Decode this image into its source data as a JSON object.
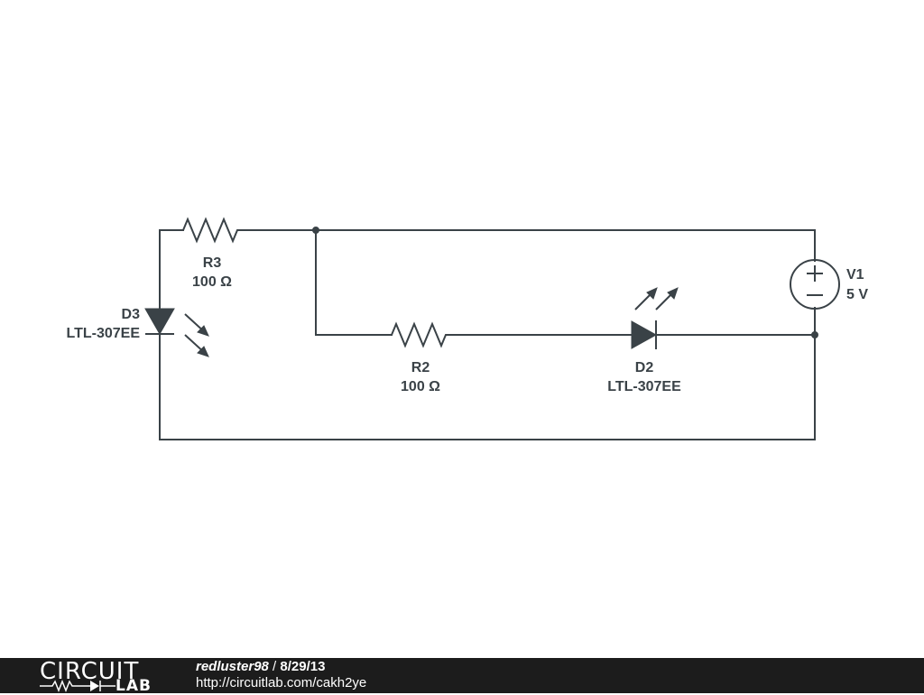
{
  "schematic": {
    "components": {
      "r3": {
        "ref": "R3",
        "value": "100 Ω"
      },
      "r2": {
        "ref": "R2",
        "value": "100 Ω"
      },
      "d3": {
        "ref": "D3",
        "part": "LTL-307EE"
      },
      "d2": {
        "ref": "D2",
        "part": "LTL-307EE"
      },
      "v1": {
        "ref": "V1",
        "value": "5 V"
      }
    }
  },
  "footer": {
    "logo_top": "CIRCUIT",
    "logo_bottom": "LAB",
    "author": "redluster98",
    "separator": "/",
    "date": "8/29/13",
    "url": "http://circuitlab.com/cakh2ye"
  },
  "colors": {
    "ink": "#3a4247",
    "footer_bg": "#1c1c1c",
    "background": "#ffffff"
  }
}
